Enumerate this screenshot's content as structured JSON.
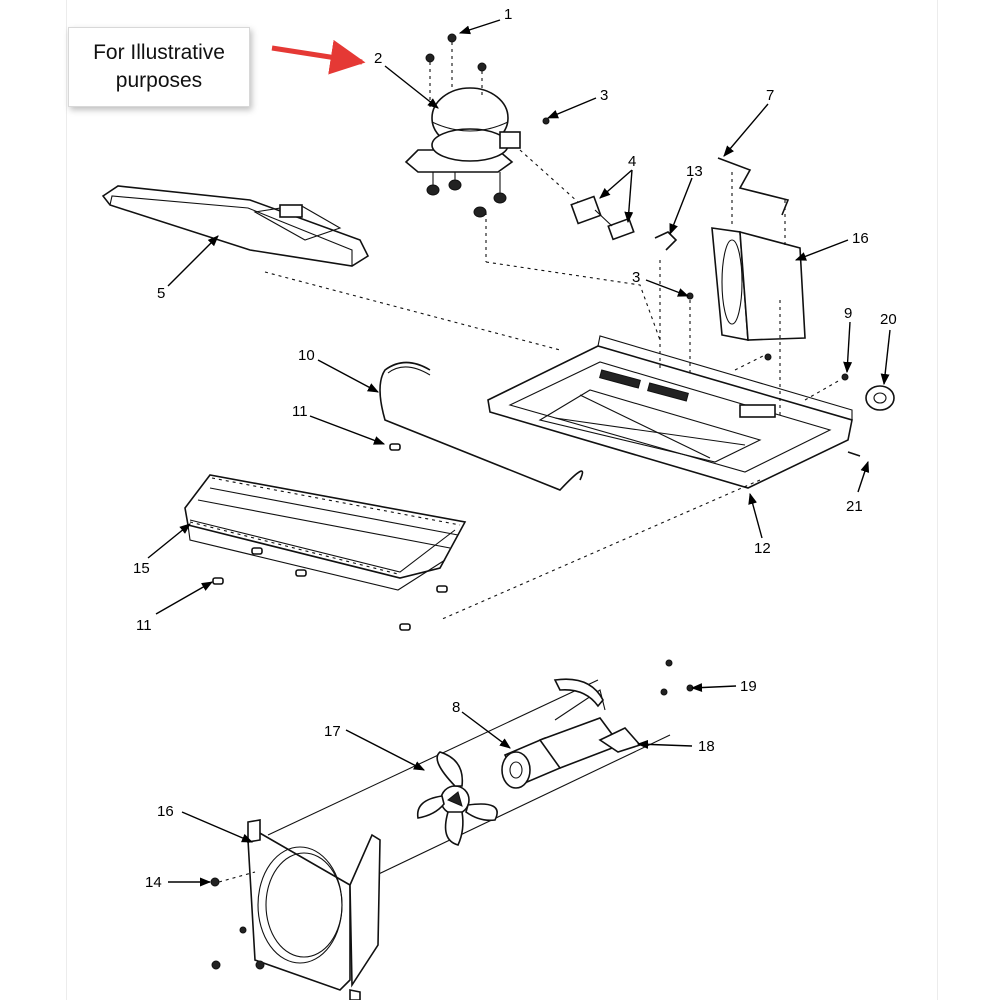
{
  "note": "For Illustrative purposes",
  "colors": {
    "pointer_arrow": "#e53935",
    "lines": "#111111",
    "background": "#ffffff"
  },
  "callouts": {
    "c1": "1",
    "c2": "2",
    "c3a": "3",
    "c3b": "3",
    "c4": "4",
    "c5": "5",
    "c7": "7",
    "c8": "8",
    "c9": "9",
    "c10": "10",
    "c11a": "11",
    "c11b": "11",
    "c12": "12",
    "c13": "13",
    "c14": "14",
    "c15": "15",
    "c16a": "16",
    "c16b": "16",
    "c17": "17",
    "c18": "18",
    "c19": "19",
    "c20": "20",
    "c21": "21"
  }
}
